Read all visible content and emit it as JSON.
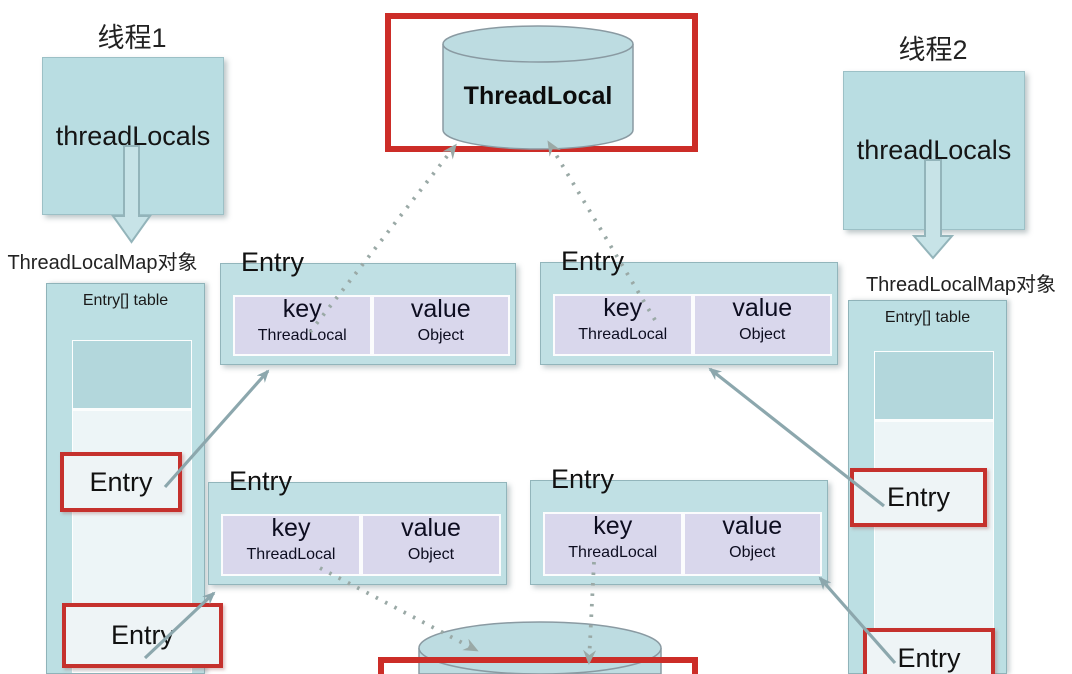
{
  "diagram": {
    "thread1": {
      "title": "线程1",
      "box_label": "threadLocals",
      "map_label": "ThreadLocalMap对象",
      "table_label": "Entry[] table",
      "entry1": "Entry",
      "entry2": "Entry"
    },
    "thread2": {
      "title": "线程2",
      "box_label": "threadLocals",
      "map_label": "ThreadLocalMap对象",
      "table_label": "Entry[] table",
      "entry1": "Entry",
      "entry2": "Entry"
    },
    "top_cylinder_label": "ThreadLocal",
    "tables": [
      {
        "title": "Entry",
        "key_header": "key",
        "value_header": "value",
        "key_cell": "ThreadLocal",
        "value_cell": "Object"
      },
      {
        "title": "Entry",
        "key_header": "key",
        "value_header": "value",
        "key_cell": "ThreadLocal",
        "value_cell": "Object"
      },
      {
        "title": "Entry",
        "key_header": "key",
        "value_header": "value",
        "key_cell": "ThreadLocal",
        "value_cell": "Object"
      },
      {
        "title": "Entry",
        "key_header": "key",
        "value_header": "value",
        "key_cell": "ThreadLocal",
        "value_cell": "Object"
      }
    ],
    "colors": {
      "box_fill": "#b9dde2",
      "inner_fill": "#edf5f7",
      "cell_fill": "#d9d7ec",
      "highlight_red": "#c5312d",
      "solid_arrow": "#8ca7ad",
      "dotted_arrow": "#a4b0ae"
    }
  }
}
